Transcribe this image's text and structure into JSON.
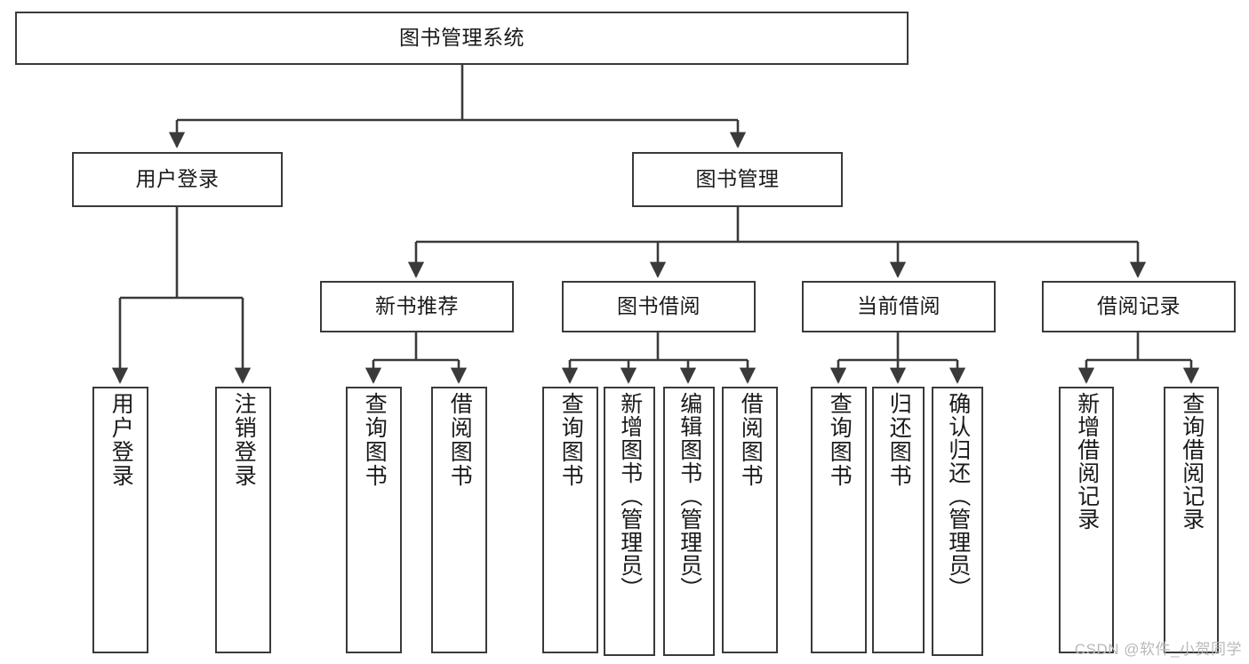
{
  "diagram": {
    "type": "tree-hierarchy",
    "title": "图书管理系统",
    "root": {
      "id": "root",
      "label": "图书管理系统",
      "orientation": "horizontal"
    },
    "level2": [
      {
        "id": "user-login",
        "label": "用户登录",
        "orientation": "horizontal"
      },
      {
        "id": "book-manage",
        "label": "图书管理",
        "orientation": "horizontal"
      }
    ],
    "level3": [
      {
        "id": "new-book-recommend",
        "label": "新书推荐",
        "orientation": "horizontal",
        "parent": "book-manage"
      },
      {
        "id": "book-borrow",
        "label": "图书借阅",
        "orientation": "horizontal",
        "parent": "book-manage"
      },
      {
        "id": "current-borrow",
        "label": "当前借阅",
        "orientation": "horizontal",
        "parent": "book-manage"
      },
      {
        "id": "borrow-record",
        "label": "借阅记录",
        "orientation": "horizontal",
        "parent": "book-manage"
      }
    ],
    "leaves": [
      {
        "id": "leaf-user-login",
        "label": "用户登录",
        "parent": "user-login",
        "orientation": "vertical"
      },
      {
        "id": "leaf-user-logout",
        "label": "注销登录",
        "parent": "user-login",
        "orientation": "vertical"
      },
      {
        "id": "leaf-query-book-1",
        "label": "查询图书",
        "parent": "new-book-recommend",
        "orientation": "vertical"
      },
      {
        "id": "leaf-borrow-book-1",
        "label": "借阅图书",
        "parent": "new-book-recommend",
        "orientation": "vertical"
      },
      {
        "id": "leaf-query-book-2",
        "label": "查询图书",
        "parent": "book-borrow",
        "orientation": "vertical"
      },
      {
        "id": "leaf-add-book",
        "label": "新增图书（管理员）",
        "parent": "book-borrow",
        "orientation": "vertical"
      },
      {
        "id": "leaf-edit-book",
        "label": "编辑图书（管理员）",
        "parent": "book-borrow",
        "orientation": "vertical"
      },
      {
        "id": "leaf-borrow-book-2",
        "label": "借阅图书",
        "parent": "book-borrow",
        "orientation": "vertical"
      },
      {
        "id": "leaf-query-book-3",
        "label": "查询图书",
        "parent": "current-borrow",
        "orientation": "vertical"
      },
      {
        "id": "leaf-return-book",
        "label": "归还图书",
        "parent": "current-borrow",
        "orientation": "vertical"
      },
      {
        "id": "leaf-confirm-return",
        "label": "确认归还（管理员）",
        "parent": "current-borrow",
        "orientation": "vertical"
      },
      {
        "id": "leaf-add-record",
        "label": "新增借阅记录",
        "parent": "borrow-record",
        "orientation": "vertical"
      },
      {
        "id": "leaf-query-record",
        "label": "查询借阅记录",
        "parent": "borrow-record",
        "orientation": "vertical"
      }
    ],
    "colors": {
      "stroke": "#3a3a3a",
      "fill": "#ffffff",
      "text": "#1a1a1a",
      "watermark": "#b9b9b9"
    }
  },
  "watermark": {
    "text": "CSDN @软件_小贺同学"
  }
}
